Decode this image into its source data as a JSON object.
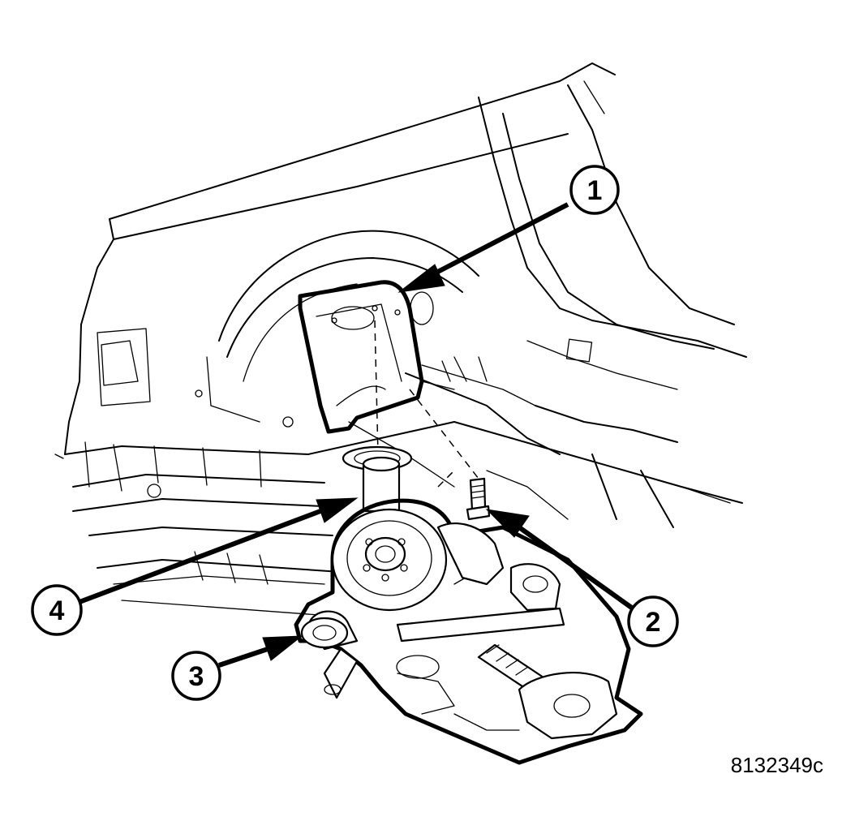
{
  "callouts": [
    {
      "number": "1"
    },
    {
      "number": "2"
    },
    {
      "number": "3"
    },
    {
      "number": "4"
    }
  ],
  "figure_id": "8132349c"
}
